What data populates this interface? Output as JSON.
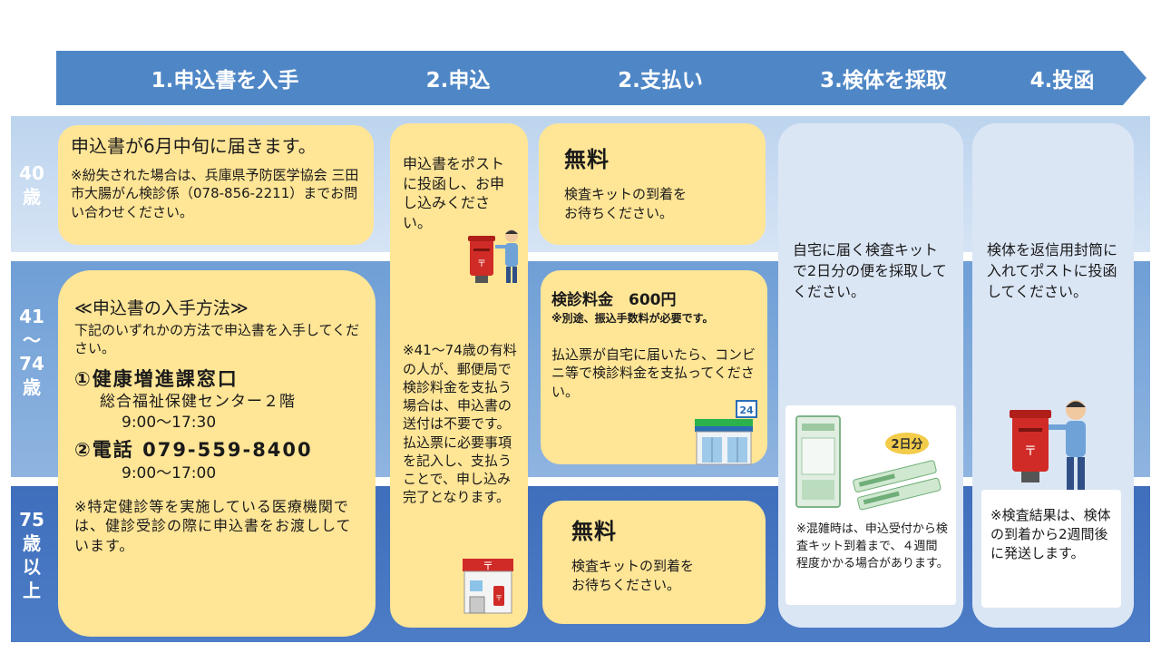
{
  "steps": [
    {
      "label": "1.申込書を入手"
    },
    {
      "label": "2.申込"
    },
    {
      "label": "2.支払い"
    },
    {
      "label": "3.検体を採取"
    },
    {
      "label": "4.投函"
    }
  ],
  "ages": {
    "group1": "40\n歳",
    "group2": "41\n〜\n74\n歳",
    "group3": "75\n歳\n以\n上"
  },
  "obtain": {
    "age40_title": "申込書が6月中旬に届きます。",
    "age40_note": "※紛失された場合は、兵庫県予防医学協会 三田市大腸がん検診係（078-856-2211）までお問い合わせください。",
    "method_title": "≪申込書の入手方法≫",
    "method_desc": "下記のいずれかの方法で申込書を入手してください。",
    "option1_label": "①健康増進課窓口",
    "option1_place": "総合福祉保健センター２階",
    "option1_hours": "9:00〜17:30",
    "option2_label": "②電話 079-559-8400",
    "option2_hours": "9:00〜17:00",
    "clinic_note": "※特定健診等を実施している医療機関では、健診受診の際に申込書をお渡ししています。"
  },
  "apply": {
    "text": "申込書をポストに投函し、お申し込みください。",
    "note": "※41〜74歳の有料の人が、郵便局で検診料金を支払う場合は、申込書の送付は不要です。\n払込票に必要事項を記入し、支払うことで、申し込み完了となります。"
  },
  "payment": {
    "free_title_1": "無料",
    "free_text_1": "検査キットの到着を\nお待ちください。",
    "fee_title": "検診料金　600円",
    "fee_note": "※別途、振込手数料が必要です。",
    "fee_text": "払込票が自宅に届いたら、コンビニ等で検診料金を支払ってください。",
    "free_title_2": "無料",
    "free_text_2": "検査キットの到着を\nお待ちください。"
  },
  "collect": {
    "text": "自宅に届く検査キットで2日分の便を採取してください。",
    "kit_label": "2日分",
    "note": "※混雑時は、申込受付から検査キット到着まで、４週間程度かかる場合があります。"
  },
  "post": {
    "text": "検体を返信用封筒に入れてポストに投函してください。",
    "note": "※検査結果は、検体の到着から2週間後に発送します。"
  },
  "store_sign": "24"
}
